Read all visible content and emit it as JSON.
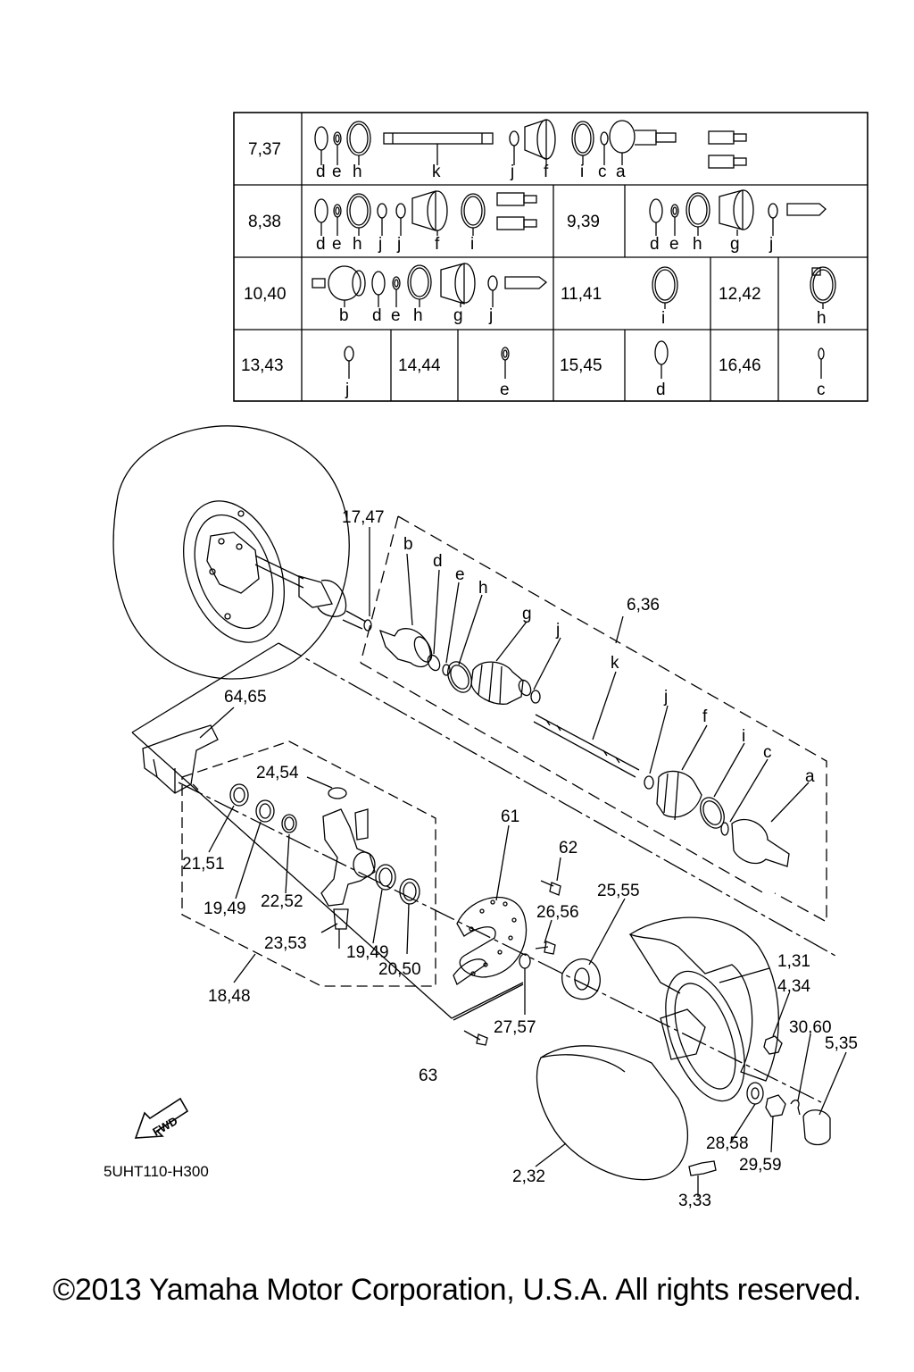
{
  "table": {
    "row1": {
      "ref": "7,37",
      "letters": [
        "d",
        "e",
        "h",
        "k",
        "j",
        "f",
        "i",
        "c",
        "a"
      ]
    },
    "row2": {
      "ref_left": "8,38",
      "letters_left": [
        "d",
        "e",
        "h",
        "j",
        "j",
        "f",
        "i"
      ],
      "ref_right": "9,39",
      "letters_right": [
        "d",
        "e",
        "h",
        "g",
        "j"
      ]
    },
    "row3": {
      "ref_left": "10,40",
      "letters_left": [
        "b",
        "d",
        "e",
        "h",
        "g",
        "j"
      ],
      "ref_mid": "11,41",
      "letter_mid": "i",
      "ref_right": "12,42",
      "letter_right": "h"
    },
    "row4": {
      "ref1": "13,43",
      "letter1": "j",
      "ref2": "14,44",
      "letter2": "e",
      "ref3": "15,45",
      "letter3": "d",
      "ref4": "16,46",
      "letter4": "c"
    }
  },
  "callouts": {
    "c17_47": "17,47",
    "b": "b",
    "d": "d",
    "e": "e",
    "h": "h",
    "g": "g",
    "j": "j",
    "c6_36": "6,36",
    "k": "k",
    "j2": "j",
    "f": "f",
    "i": "i",
    "c": "c",
    "a": "a",
    "c64_65": "64,65",
    "c24_54": "24,54",
    "c21_51": "21,51",
    "c19_49": "19,49",
    "c22_52": "22,52",
    "c23_53": "23,53",
    "c19_49b": "19,49",
    "c20_50": "20,50",
    "c18_48": "18,48",
    "c61": "61",
    "c62": "62",
    "c26_56": "26,56",
    "c25_55": "25,55",
    "c27_57": "27,57",
    "c63": "63",
    "c1_31": "1,31",
    "c4_34": "4,34",
    "c30_60": "30,60",
    "c5_35": "5,35",
    "c28_58": "28,58",
    "c29_59": "29,59",
    "c2_32": "2,32",
    "c3_33": "3,33"
  },
  "fwd_label": "FWD",
  "drawing_code": "5UHT110-H300",
  "copyright": "©2013 Yamaha Motor Corporation, U.S.A. All rights reserved."
}
